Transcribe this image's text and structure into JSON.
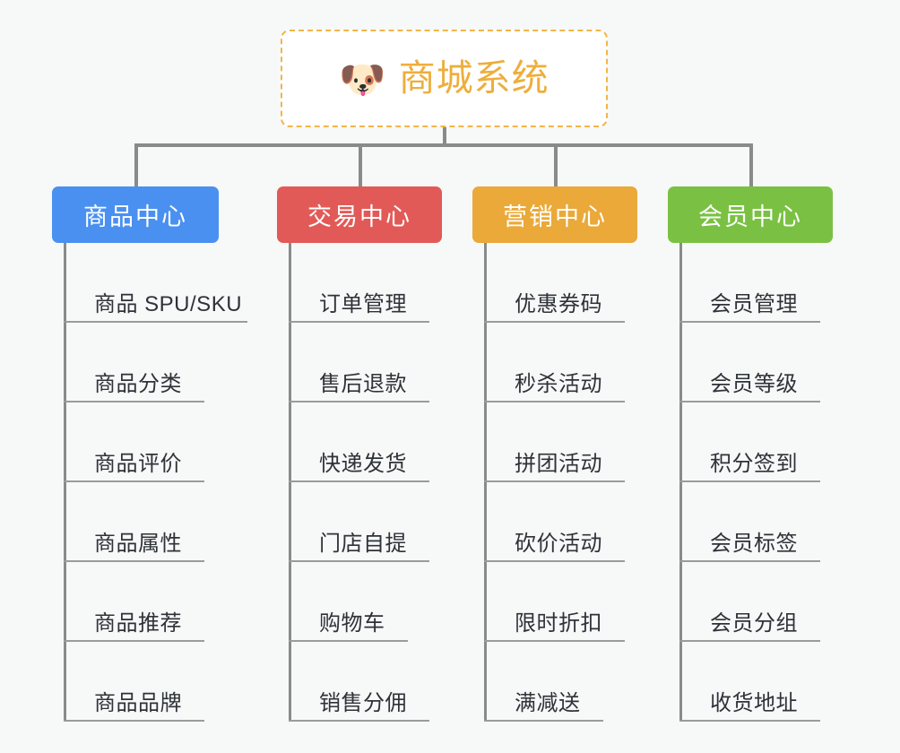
{
  "diagram": {
    "type": "org-tree",
    "background_color": "#f7f8f8",
    "connector_color": "#8a8a8a",
    "leaf_underline_color": "#9b9b9b",
    "root": {
      "icon": "shiba-dog-face-icon",
      "icon_glyph": "🐶",
      "title": "商城系统",
      "text_color": "#eeae3c",
      "border_color": "#f0b649",
      "background_color": "#ffffff"
    },
    "categories": [
      {
        "label": "商品中心",
        "color": "#4a90f0",
        "items": [
          {
            "label": "商品 SPU/SKU"
          },
          {
            "label": "商品分类"
          },
          {
            "label": "商品评价"
          },
          {
            "label": "商品属性"
          },
          {
            "label": "商品推荐"
          },
          {
            "label": "商品品牌"
          }
        ]
      },
      {
        "label": "交易中心",
        "color": "#e25a57",
        "items": [
          {
            "label": "订单管理"
          },
          {
            "label": "售后退款"
          },
          {
            "label": "快递发货"
          },
          {
            "label": "门店自提"
          },
          {
            "label": "购物车"
          },
          {
            "label": "销售分佣"
          }
        ]
      },
      {
        "label": "营销中心",
        "color": "#eaa938",
        "items": [
          {
            "label": "优惠券码"
          },
          {
            "label": "秒杀活动"
          },
          {
            "label": "拼团活动"
          },
          {
            "label": "砍价活动"
          },
          {
            "label": "限时折扣"
          },
          {
            "label": "满减送"
          }
        ]
      },
      {
        "label": "会员中心",
        "color": "#7ac143",
        "items": [
          {
            "label": "会员管理"
          },
          {
            "label": "会员等级"
          },
          {
            "label": "积分签到"
          },
          {
            "label": "会员标签"
          },
          {
            "label": "会员分组"
          },
          {
            "label": "收货地址"
          }
        ]
      }
    ]
  }
}
